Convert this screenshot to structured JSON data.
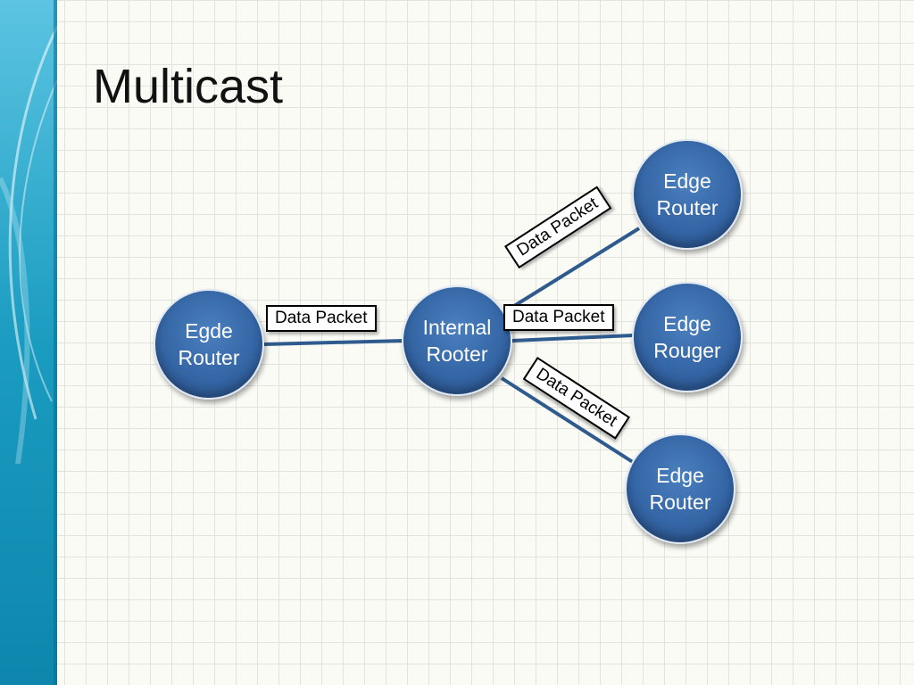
{
  "slide": {
    "title": "Multicast"
  },
  "colors": {
    "node_fill": "#3566a6",
    "node_text": "#ffffff",
    "link": "#2f5a8e",
    "sidebar": "#1a9cc0"
  },
  "nodes": [
    {
      "id": "edge-left",
      "label": "Egde\nRouter"
    },
    {
      "id": "internal",
      "label": "Internal\nRooter"
    },
    {
      "id": "edge-top",
      "label": "Edge\nRouter"
    },
    {
      "id": "edge-middle",
      "label": "Edge\nRouger"
    },
    {
      "id": "edge-bottom",
      "label": "Edge\nRouter"
    }
  ],
  "links": [
    {
      "from": "edge-left",
      "to": "internal"
    },
    {
      "from": "internal",
      "to": "edge-top"
    },
    {
      "from": "internal",
      "to": "edge-middle"
    },
    {
      "from": "internal",
      "to": "edge-bottom"
    }
  ],
  "packets": [
    {
      "link": "edge-left-internal",
      "label": "Data Packet"
    },
    {
      "link": "internal-edge-top",
      "label": "Data Packet"
    },
    {
      "link": "internal-edge-middle",
      "label": "Data Packet"
    },
    {
      "link": "internal-edge-bottom",
      "label": "Data Packet"
    }
  ]
}
